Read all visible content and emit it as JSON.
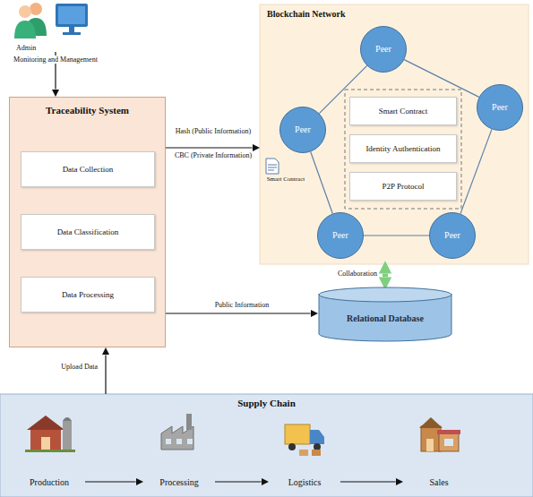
{
  "diagram": {
    "nodes": [
      {
        "text": [
          "Admin"
        ]
      },
      {
        "text": [
          "Traceability System"
        ]
      },
      {
        "text": [
          "Data Collection"
        ],
        "in": 1
      },
      {
        "text": [
          "Data Classification"
        ],
        "in": 1
      },
      {
        "text": [
          "Data Processing"
        ],
        "in": 1
      },
      {
        "text": [
          "Blockchain Network"
        ]
      },
      {
        "text": [
          "Peer"
        ],
        "in": 5
      },
      {
        "text": [
          "Peer"
        ],
        "in": 5
      },
      {
        "text": [
          "Peer"
        ],
        "in": 5
      },
      {
        "text": [
          "Smart Contract"
        ],
        "in": 5
      },
      {
        "text": [
          "Identity Authentication"
        ],
        "in": 5
      },
      {
        "text": [
          "P2P Protocol"
        ],
        "in": 5
      },
      {
        "text": [
          "Peer"
        ],
        "in": 5
      },
      {
        "text": [
          "Peer"
        ],
        "in": 5
      },
      {
        "text": [
          "Relational Database"
        ]
      },
      {
        "text": [
          "Supply Chain"
        ]
      },
      {
        "text": [
          "Production"
        ],
        "in": 15
      },
      {
        "text": [
          "Processing"
        ],
        "in": 15
      },
      {
        "text": [
          "Logistics"
        ],
        "in": 15
      },
      {
        "text": [
          "Sales"
        ],
        "in": 15
      }
    ],
    "edges": [
      {
        "from": 0,
        "to": 1,
        "label": "Monitoring and Management",
        "arrow": "to"
      },
      {
        "from": 1,
        "to": 5,
        "label": "Hash (Public Information)",
        "arrow": "to"
      },
      {
        "from": 1,
        "to": 14,
        "label": "Public Information",
        "arrow": "to"
      },
      {
        "from": 5,
        "to": 14,
        "label": "Collaboration",
        "arrow": "both"
      },
      {
        "from": 15,
        "to": 1,
        "label": "Upload Data",
        "arrow": "to"
      },
      {
        "from": 16,
        "to": 17,
        "arrow": "to"
      },
      {
        "from": 17,
        "to": 18,
        "arrow": "to"
      },
      {
        "from": 18,
        "to": 19,
        "arrow": "to"
      },
      {
        "from": 6,
        "to": 8,
        "arrow": "none"
      },
      {
        "from": 8,
        "to": 13,
        "arrow": "none"
      },
      {
        "from": 13,
        "to": 12,
        "arrow": "none"
      },
      {
        "from": 12,
        "to": 7,
        "arrow": "none"
      },
      {
        "from": 7,
        "to": 6,
        "arrow": "none"
      }
    ],
    "labels": [
      "CBC (Private Information)",
      "Smart Contract"
    ]
  }
}
